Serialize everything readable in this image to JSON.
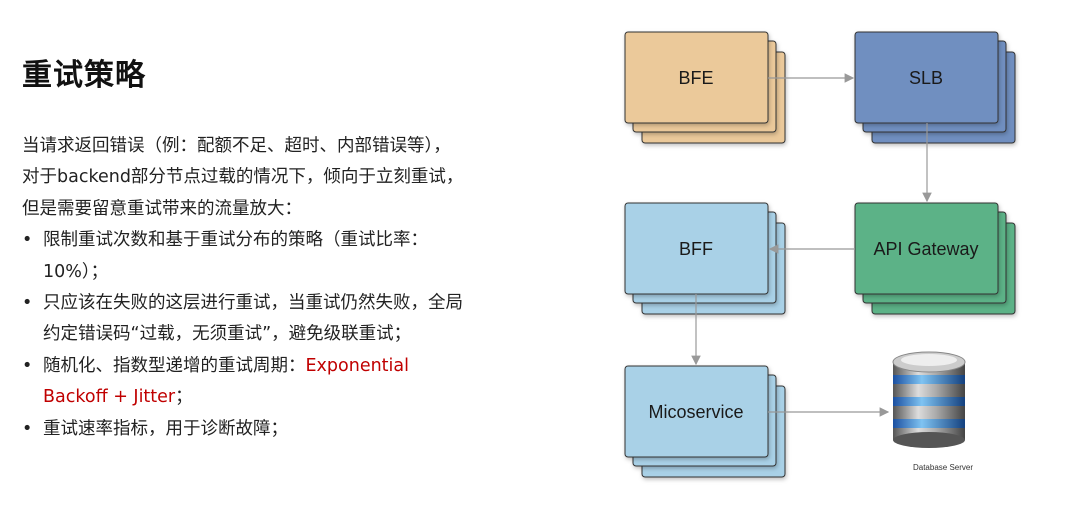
{
  "title": "重试策略",
  "intro": "当请求返回错误（例：配额不足、超时、内部错误等），对于backend部分节点过载的情况下，倾向于立刻重试，但是需要留意重试带来的流量放大：",
  "bullets": [
    {
      "text": "限制重试次数和基于重试分布的策略（重试比率：10%）；"
    },
    {
      "text": "只应该在失败的这层进行重试，当重试仍然失败，全局约定错误码“过载，无须重试”，避免级联重试；"
    },
    {
      "text": "随机化、指数型递增的重试周期：",
      "highlight": "Exponential Backoff + Jitter",
      "suffix": "；"
    },
    {
      "text": "重试速率指标，用于诊断故障；"
    }
  ],
  "bullet_symbol": "•",
  "diagram": {
    "nodes": {
      "bfe": {
        "label": "BFE",
        "color": "#EBC99A"
      },
      "slb": {
        "label": "SLB",
        "color": "#6F8FC0"
      },
      "gateway": {
        "label": "API Gateway",
        "color": "#5BB287"
      },
      "bff": {
        "label": "BFF",
        "color": "#A9D1E7"
      },
      "micro": {
        "label": "Micoservice",
        "color": "#A9D1E7"
      },
      "db": {
        "label": "Database Server",
        "icon": "database-icon"
      }
    },
    "edges": [
      [
        "bfe",
        "slb"
      ],
      [
        "slb",
        "gateway"
      ],
      [
        "gateway",
        "bff"
      ],
      [
        "bff",
        "micro"
      ],
      [
        "micro",
        "db"
      ]
    ]
  },
  "colors": {
    "highlight": "#C00000",
    "arrow": "#999999"
  }
}
